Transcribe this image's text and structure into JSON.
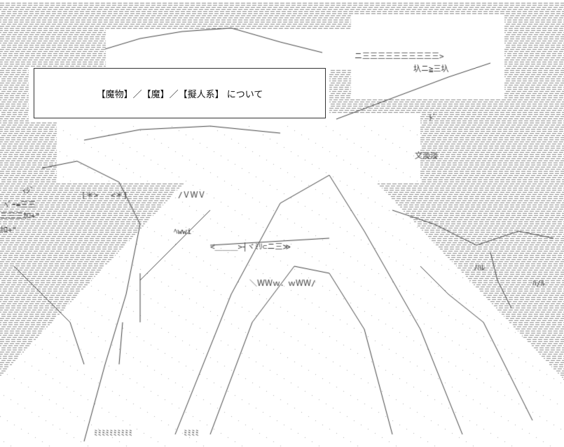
{
  "caption": {
    "text": "【魔物】／【魔】／【擬人系】 について"
  },
  "art": {
    "ink_color": "#444444",
    "hatch_color": "#8a8a8a",
    "background": "#ffffff",
    "symbols": {
      "face_left": "[＊>",
      "face_right": "<＊]",
      "vw": "/ＶＷＶ",
      "sword_label": "<＿＿＿>┤ヾﾐﾘ⊂ニ三≫",
      "www": "＼ＷＷｗ．ｗＷＷ/",
      "shu": "圦ニ≧三圦",
      "tan": "文淡淡",
      "kana_left": "ｨｼﾞ",
      "kana_left2": "ﾍﾞｰ=三三",
      "kana_left3": "三三三ｶﾛ+\"",
      "kana_left4": "ｶﾛ+\"",
      "wwi": "ﾍwwi",
      "sakura": "ﾏ/",
      "bottom_a": "ﾐﾐﾐﾐﾐﾐﾐﾐﾐﾐ",
      "bottom_b": "ﾐﾐﾐﾐ",
      "right_mark": "ﾊ/ﾙ",
      "shiru": "ﾉﾊﾚ",
      "ge": "ﾄﾞ",
      "equalsign_run": "ニ三三三三三三三三三三>"
    }
  }
}
